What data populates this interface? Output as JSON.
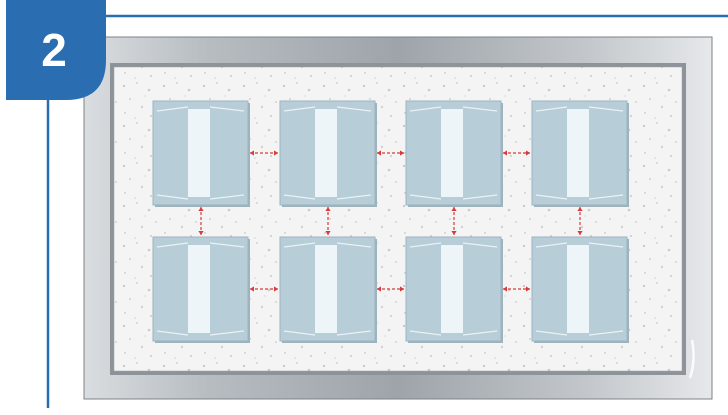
{
  "step_badge": {
    "number": "2"
  },
  "colors": {
    "accent_blue": "#2a6db0",
    "frame_gray": "#a9aeb4",
    "concrete_bg": "#f4f4f4",
    "tile": "#b7cdd8",
    "tile_strip": "#eef5f8",
    "spacer_arrow": "#d63a3a"
  },
  "layout_grid": {
    "rows": 2,
    "columns": 4
  }
}
